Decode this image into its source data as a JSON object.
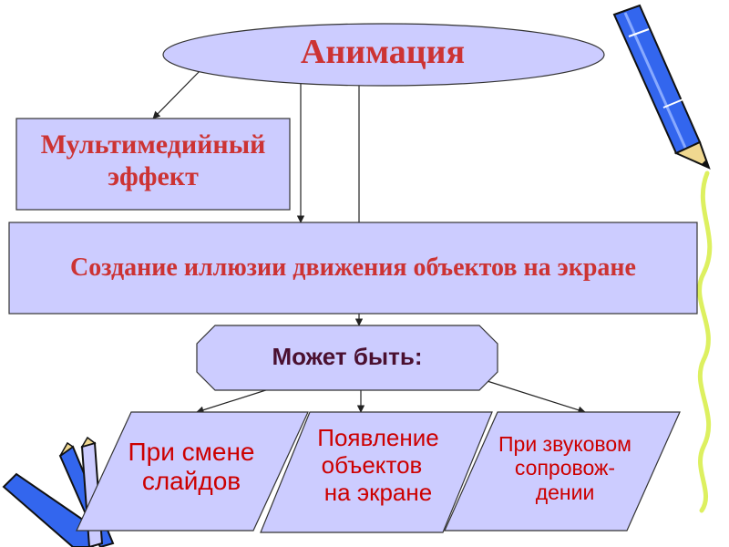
{
  "colors": {
    "box_fill": "#ccccff",
    "title_text": "#cc3333",
    "mid_text": "#4a1030",
    "bottom_text": "#cc0000",
    "connector": "#222222",
    "pencil_blue": "#3366ee",
    "ribbon_green": "#ddf060"
  },
  "diagram": {
    "root": {
      "label": "Анимация"
    },
    "effect": {
      "line1": "Мультимедийный",
      "line2": "эффект"
    },
    "definition": {
      "label": "Создание иллюзии движения объектов на экране"
    },
    "possible": {
      "label": "Может быть:"
    },
    "options": [
      {
        "line1": "При смене",
        "line2": "слайдов",
        "line3": ""
      },
      {
        "line1": "Появление",
        "line2": "объектов",
        "line3": "на экране"
      },
      {
        "line1": "При звуковом",
        "line2": "сопровож-",
        "line3": "дении"
      }
    ]
  },
  "decorations": {
    "top_right": "pencil-icon",
    "bottom_left": "pencils-icon",
    "right_edge": "ribbon-decoration"
  }
}
